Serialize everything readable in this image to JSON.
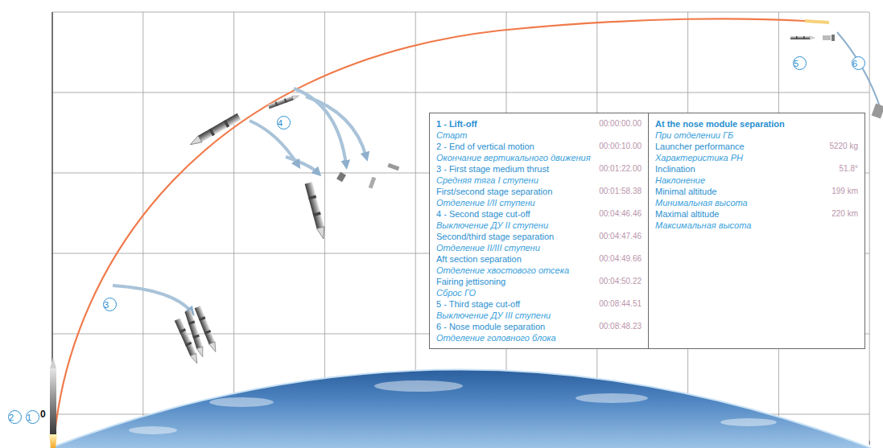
{
  "diagram": {
    "nodes": [
      {
        "text": [
          "1 - Lift-off",
          "00:00:00.00",
          "Старт",
          "2 - End of vertical motion",
          "00:00:10.00",
          "Окончание вертикального движения",
          "3 - First stage medium thrust",
          "00:01:22.00",
          "Средняя тяга I ступени",
          "First/second stage separation",
          "00:01:58.38",
          "Отделение I/II ступени",
          "4 - Second stage cut-off",
          "00:04:46.46",
          "Выключение ДУ II ступени",
          "Second/third stage separation",
          "00:04:47.46",
          "Отделение II/III ступени",
          "Aft section separation",
          "00:04:49.66",
          "Отделение хвостового отсека",
          "Fairing jettisoning",
          "00:04:50.22",
          "Сброс ГО",
          "5 - Third stage cut-off",
          "00:08:44.51",
          "Выключение ДУ III ступени",
          "6 - Nose module separation",
          "00:08:48.23",
          "Отделение головного блока"
        ]
      },
      {
        "text": [
          "At the nose module separation",
          "При отделении ГБ",
          "Launcher performance",
          "5220 kg",
          "Характеристика РН",
          "Inclination",
          "51.8°",
          "Наклонение",
          "Minimal altitude",
          "199 km",
          "Минимальная высота",
          "Maximal altitude",
          "220 km",
          "Максимальная высота"
        ]
      },
      {
        "text": [
          "2"
        ]
      },
      {
        "text": [
          "1"
        ]
      },
      {
        "text": [
          "3"
        ]
      },
      {
        "text": [
          "4"
        ]
      },
      {
        "text": [
          "5"
        ]
      },
      {
        "text": [
          "6"
        ]
      }
    ],
    "labels": [
      "0"
    ]
  }
}
